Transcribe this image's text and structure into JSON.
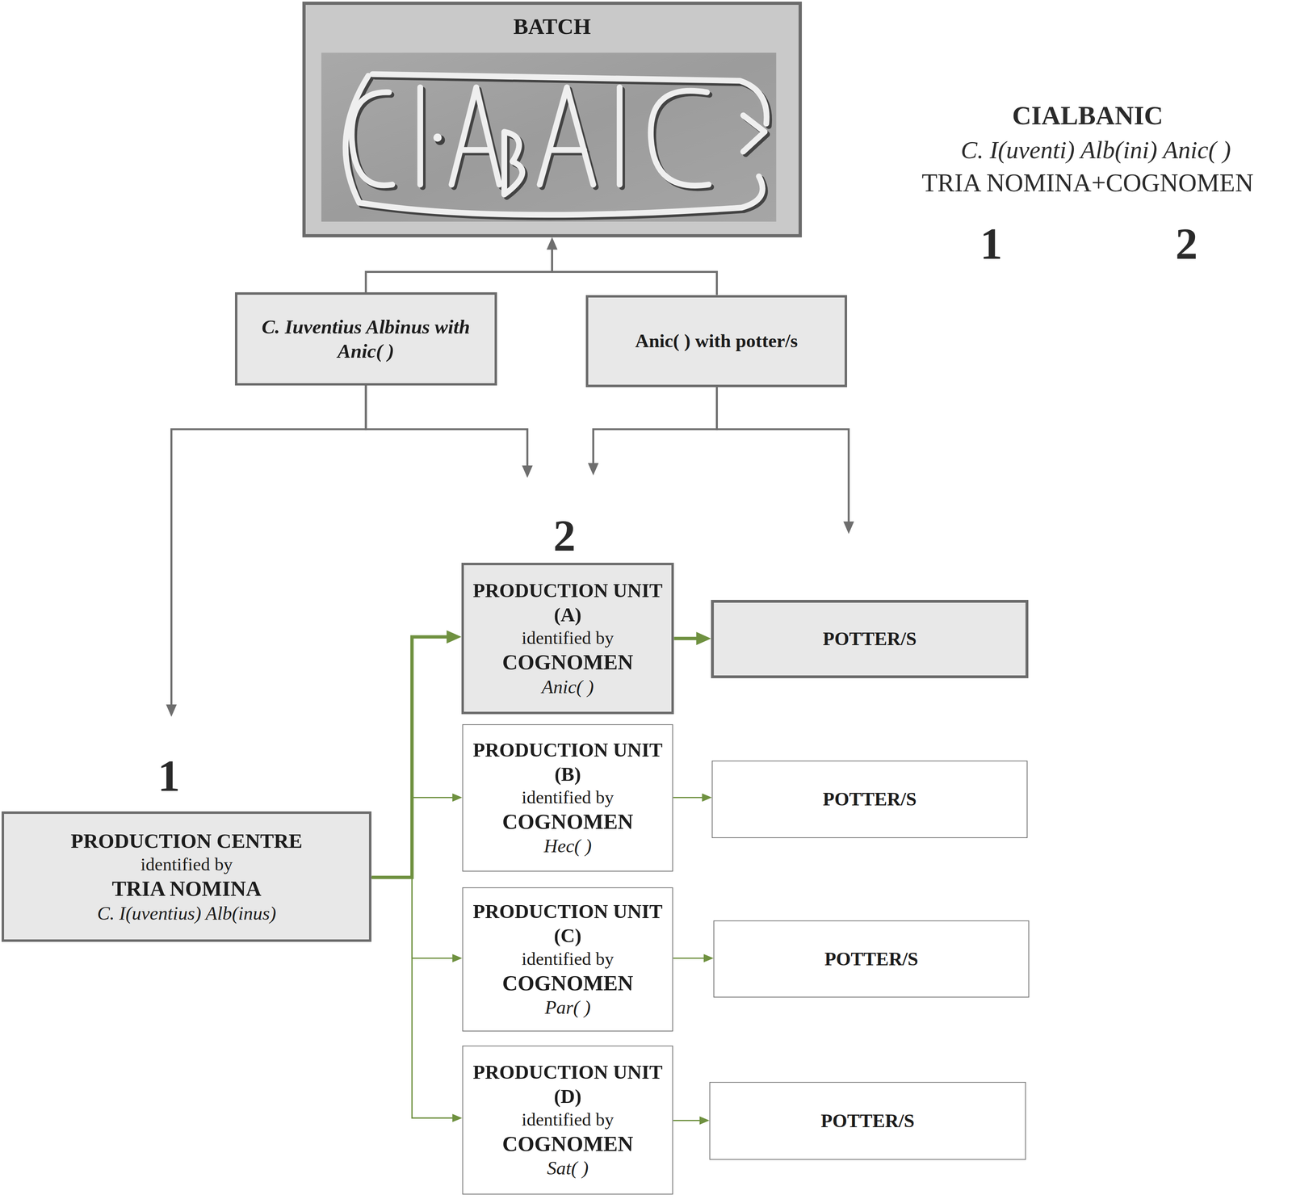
{
  "diagram": {
    "nodes": [
      {
        "text": [
          "BATCH"
        ]
      },
      {
        "text": [
          "C. Iuventius Albinus with Anic( )"
        ]
      },
      {
        "text": [
          "Anic( ) with potter/s"
        ]
      },
      {
        "text": [
          "PRODUCTION CENTRE",
          "identified by",
          "TRIA NOMINA",
          "C. I(uventius) Alb(inus)"
        ]
      },
      {
        "text": [
          "PRODUCTION UNIT (A)",
          "identified by",
          "COGNOMEN",
          "Anic( )"
        ]
      },
      {
        "text": [
          "POTTER/S"
        ]
      },
      {
        "text": [
          "PRODUCTION UNIT (B)",
          "identified by",
          "COGNOMEN",
          "Hec( )"
        ]
      },
      {
        "text": [
          "POTTER/S"
        ]
      },
      {
        "text": [
          "PRODUCTION UNIT (C)",
          "identified by",
          "COGNOMEN",
          "Par( )"
        ]
      },
      {
        "text": [
          "POTTER/S"
        ]
      },
      {
        "text": [
          "PRODUCTION UNIT (D)",
          "identified by",
          "COGNOMEN",
          "Sat( )"
        ]
      },
      {
        "text": [
          "POTTER/S"
        ]
      }
    ],
    "edges": [
      {
        "from": 1,
        "to": 0,
        "arrow": "to"
      },
      {
        "from": 2,
        "to": 0,
        "arrow": "to"
      },
      {
        "from": 1,
        "to": 3,
        "arrow": "to"
      },
      {
        "from": 1,
        "to": 4,
        "arrow": "to"
      },
      {
        "from": 2,
        "to": 4,
        "arrow": "to"
      },
      {
        "from": 2,
        "to": 5,
        "arrow": "to"
      },
      {
        "from": 3,
        "to": 4,
        "arrow": "to"
      },
      {
        "from": 3,
        "to": 6,
        "arrow": "to"
      },
      {
        "from": 3,
        "to": 8,
        "arrow": "to"
      },
      {
        "from": 3,
        "to": 10,
        "arrow": "to"
      },
      {
        "from": 4,
        "to": 5,
        "arrow": "to"
      },
      {
        "from": 6,
        "to": 7,
        "arrow": "to"
      },
      {
        "from": 8,
        "to": 9,
        "arrow": "to"
      },
      {
        "from": 10,
        "to": 11,
        "arrow": "to"
      }
    ],
    "labels": [
      "CIALBANIC",
      "C. I(uventi) Alb(ini) Anic( )",
      "TRIA NOMINA+COGNOMEN",
      "1",
      "2",
      "2",
      "1"
    ]
  }
}
